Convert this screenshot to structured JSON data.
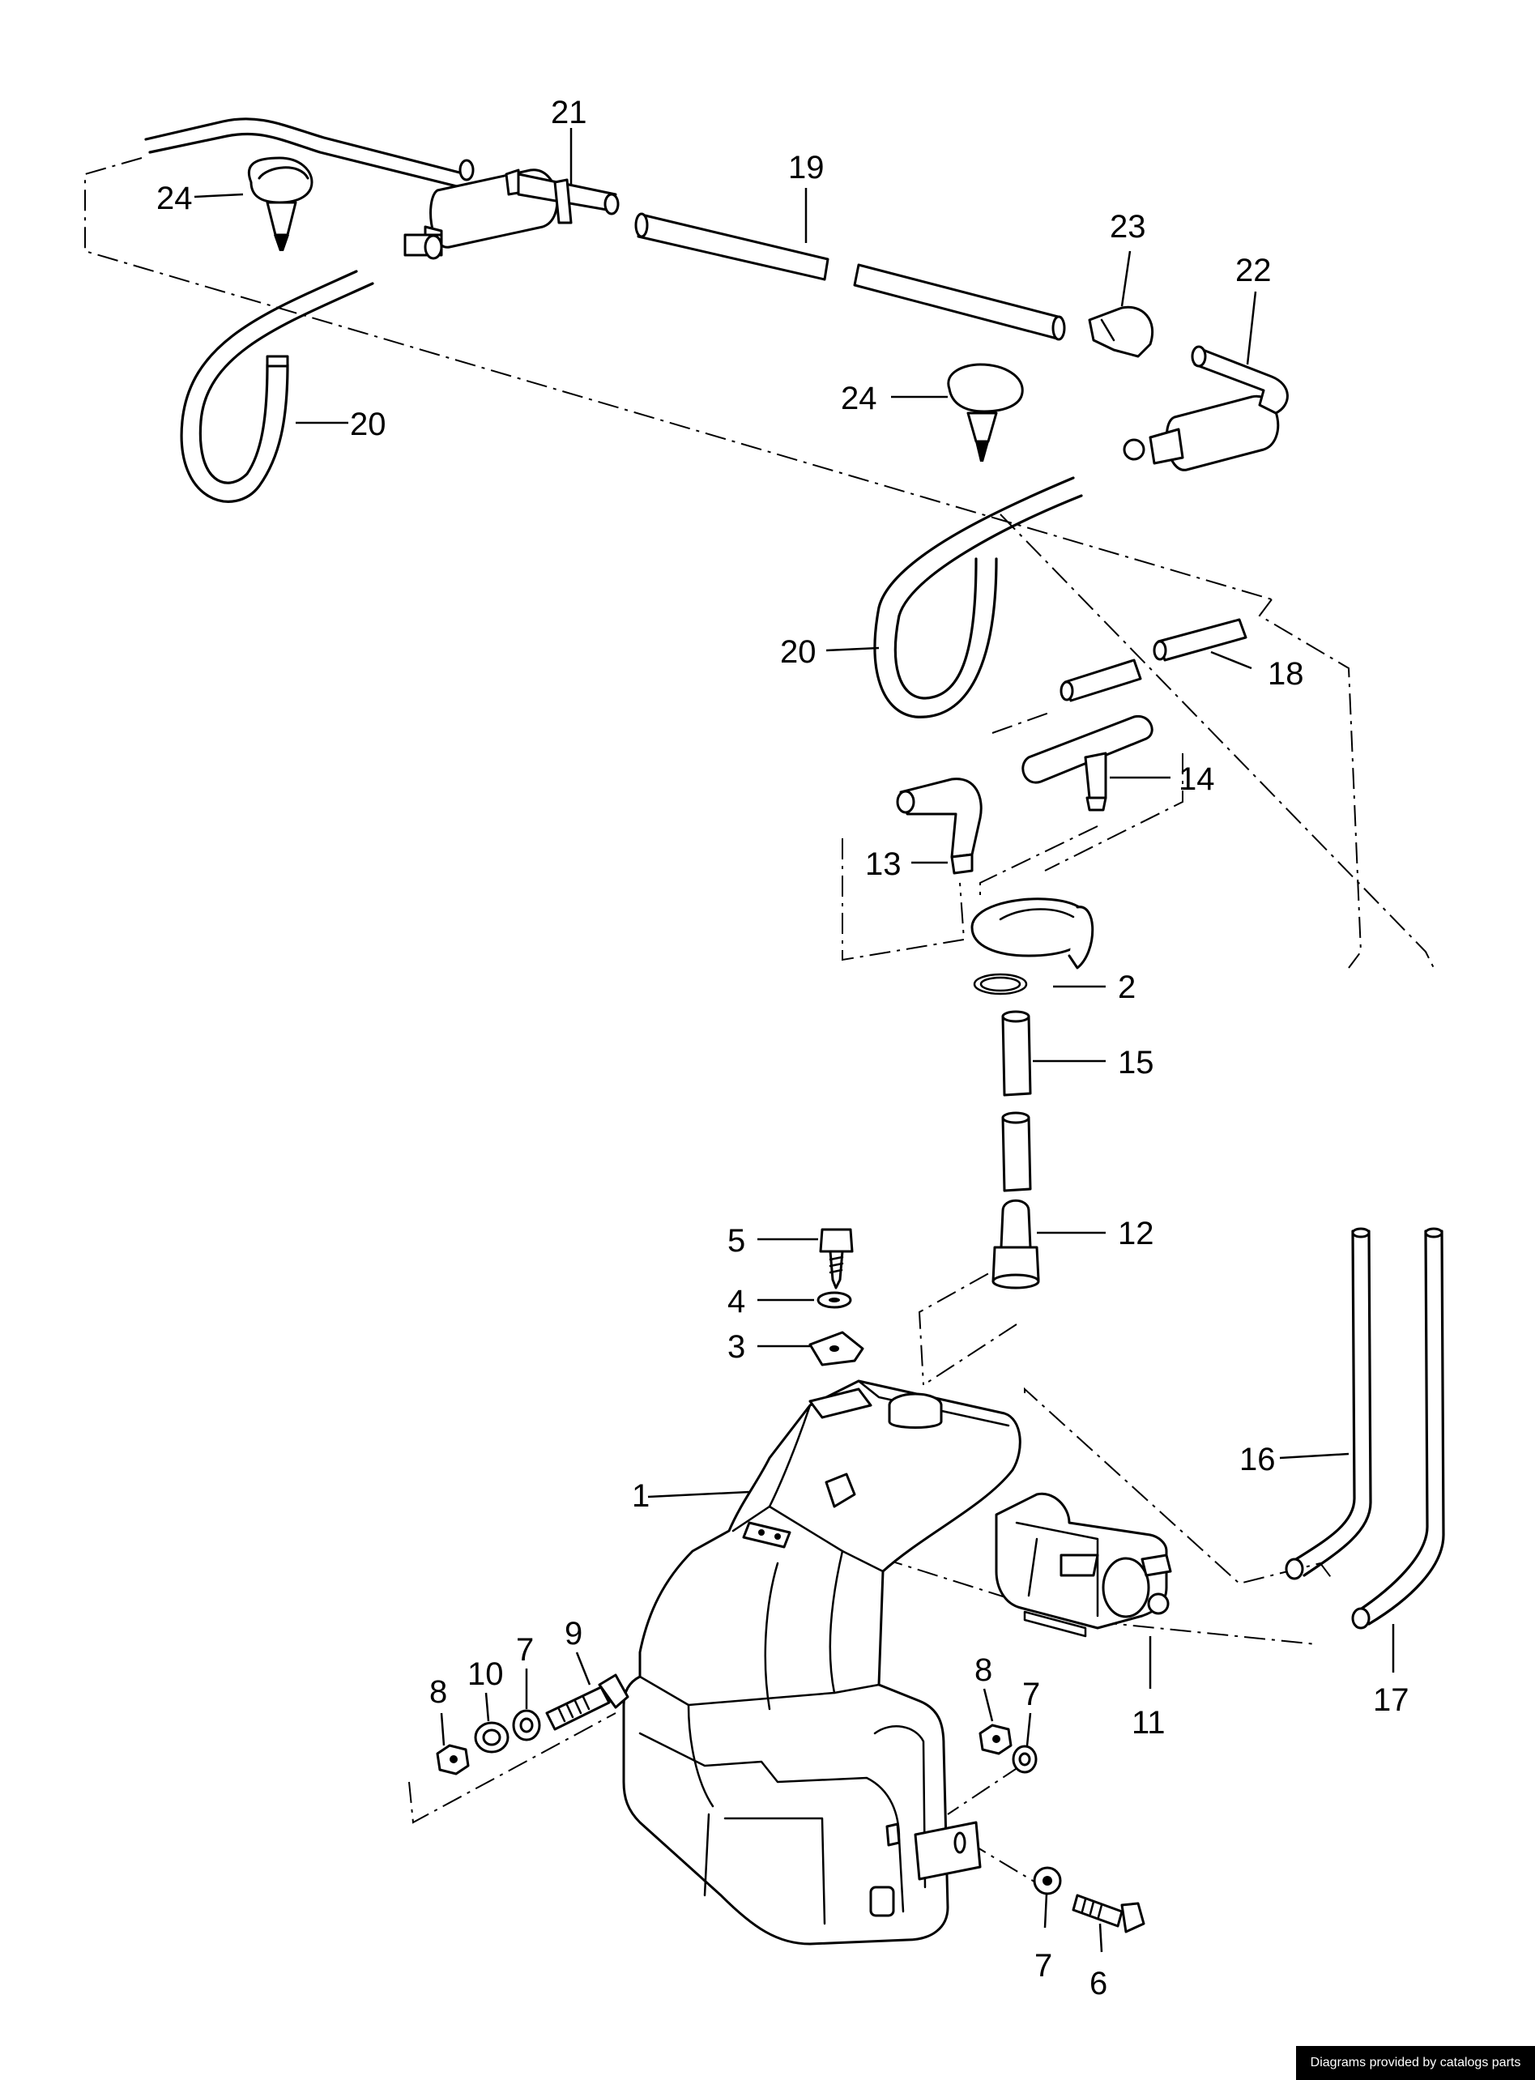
{
  "credit": "Diagrams provided by catalogs parts",
  "callouts": {
    "c1": "1",
    "c2": "2",
    "c3": "3",
    "c4": "4",
    "c5": "5",
    "c6": "6",
    "c7a": "7",
    "c7b": "7",
    "c7c": "7",
    "c8a": "8",
    "c8b": "8",
    "c9": "9",
    "c10": "10",
    "c11": "11",
    "c12": "12",
    "c13": "13",
    "c14": "14",
    "c15": "15",
    "c16": "16",
    "c17": "17",
    "c18": "18",
    "c19": "19",
    "c20a": "20",
    "c20b": "20",
    "c21": "21",
    "c22": "22",
    "c23": "23",
    "c24a": "24",
    "c24b": "24"
  }
}
